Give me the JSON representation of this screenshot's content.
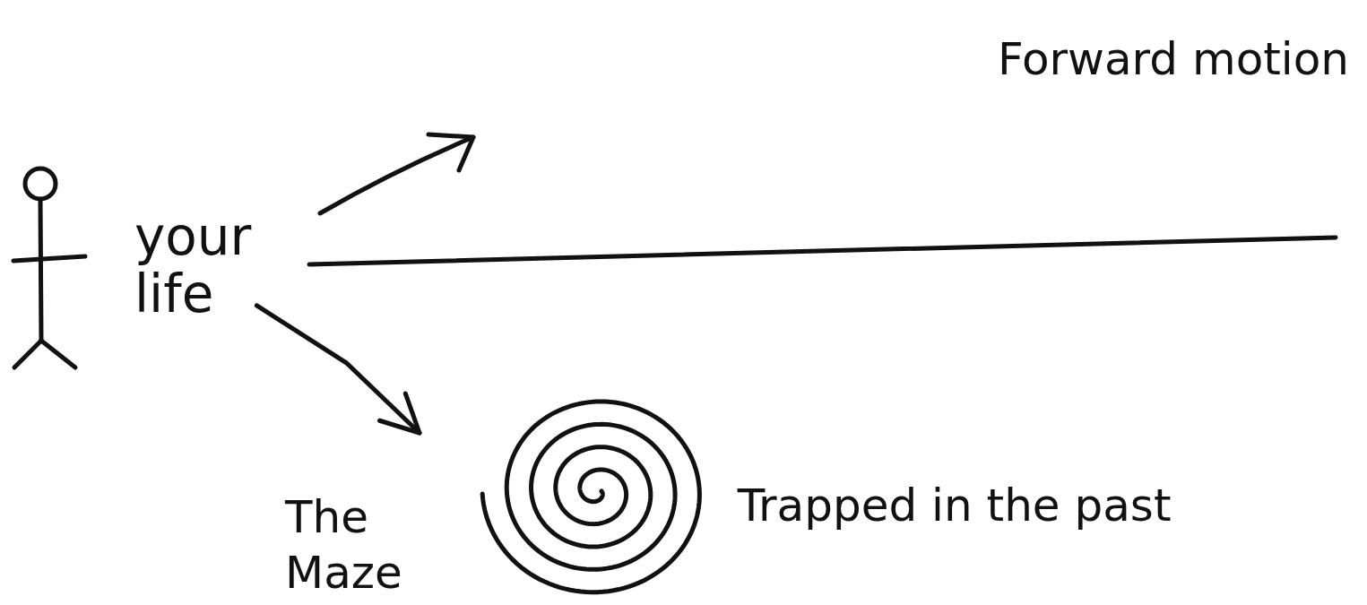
{
  "diagram": {
    "nodes": [
      {
        "text": [
          "your life"
        ]
      },
      {
        "text": [
          "The Maze",
          "Trapped in the past"
        ]
      }
    ],
    "edges": [
      {
        "from": 0,
        "to": 1,
        "arrow": "to"
      }
    ],
    "labels": [
      "Forward motion"
    ]
  }
}
